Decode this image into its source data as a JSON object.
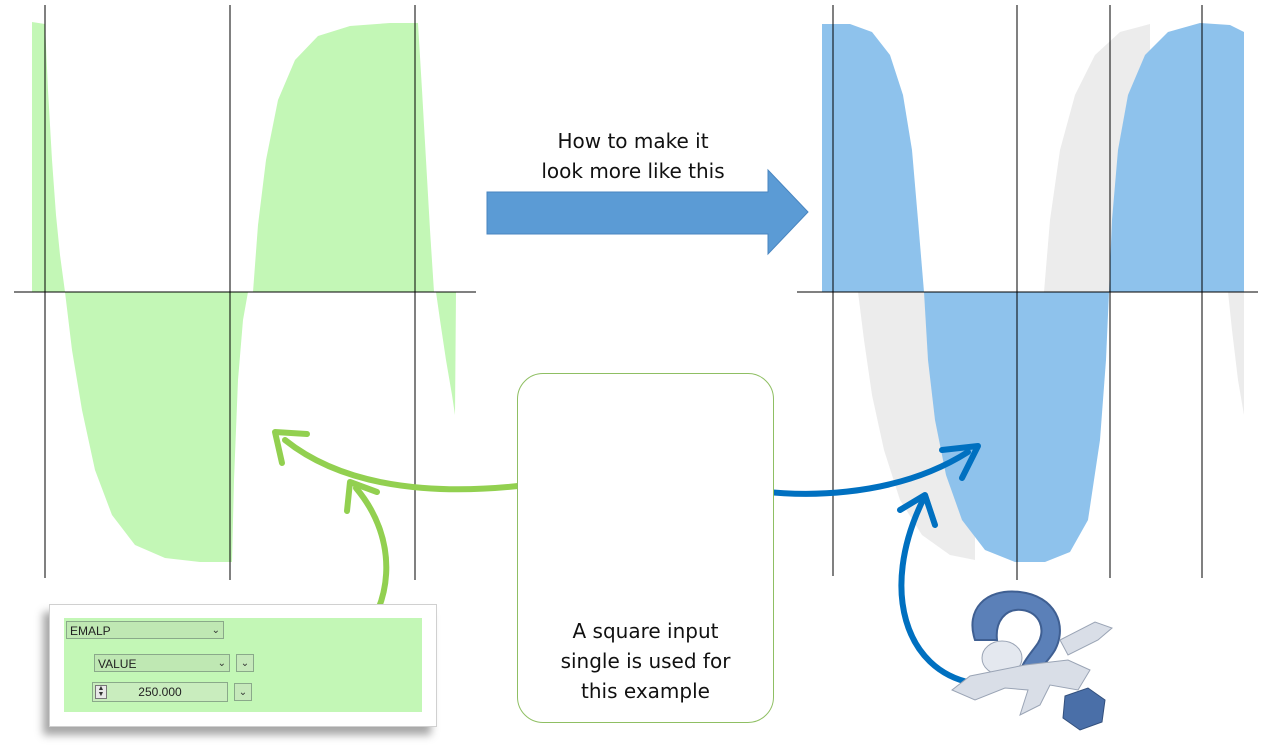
{
  "top_caption": {
    "line1": "How to make it",
    "line2": "look more like this"
  },
  "center_caption": {
    "line1": "A square input",
    "line2": "single is used for",
    "line3": "this example"
  },
  "ui_panel": {
    "field1": "EMALP",
    "field2": "VALUE",
    "value": "250.000"
  },
  "icons": {
    "arrow": "right-arrow-icon",
    "figure": "question-mark-figure-icon",
    "dropdown": "chevron-down-icon",
    "spinner": "spinner-icon"
  },
  "colors": {
    "green_fill": "#c3f7b6",
    "blue_fill": "#8ec2ec",
    "ghost_fill": "#ececec",
    "square_fill": "#ebe36a",
    "arrow_blue": "#5b9bd5",
    "green_curve": "#92d050",
    "blue_curve": "#0070c0"
  }
}
